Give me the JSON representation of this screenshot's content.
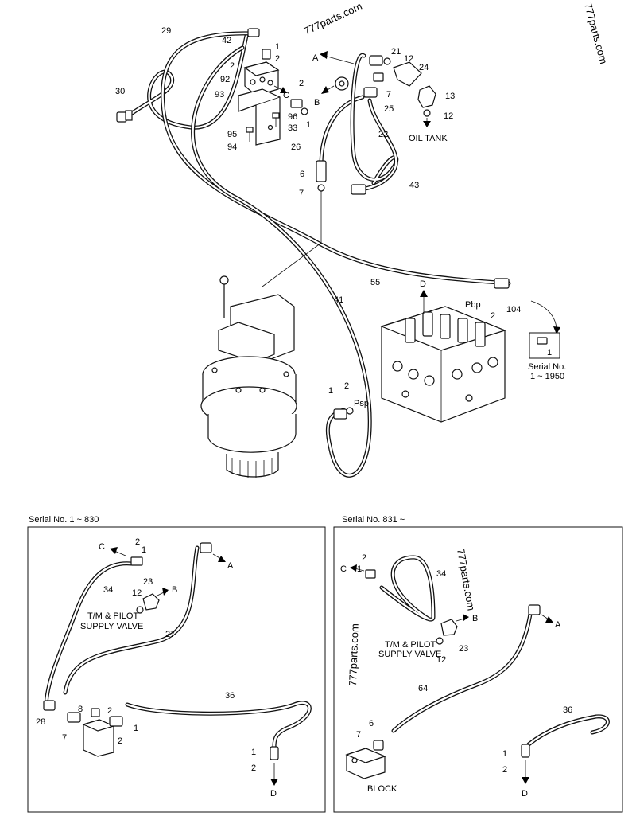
{
  "watermark": "777parts.com",
  "ports": {
    "a": "A",
    "b": "B",
    "c": "C",
    "d": "D",
    "pbp": "Pbp",
    "psp": "Psp"
  },
  "top": {
    "oil_tank": "OIL TANK",
    "serial_box_num": "1",
    "serial_line1": "Serial No.",
    "serial_line2": "1 ~ 1950"
  },
  "bottom_left": {
    "title": "Serial No. 1 ~ 830",
    "valve_line1": "T/M & PILOT",
    "valve_line2": "SUPPLY VALVE"
  },
  "bottom_right": {
    "title": "Serial No. 831 ~",
    "valve_line1": "T/M & PILOT",
    "valve_line2": "SUPPLY VALVE",
    "block": "BLOCK"
  },
  "callouts": {
    "top": [
      "29",
      "42",
      "1",
      "2",
      "2",
      "92",
      "93",
      "30",
      "95",
      "94",
      "2",
      "96",
      "33",
      "1",
      "21",
      "12",
      "24",
      "7",
      "25",
      "13",
      "12",
      "26",
      "22",
      "6",
      "7",
      "43",
      "55",
      "41",
      "2",
      "104",
      "1",
      "2"
    ],
    "bl": [
      "2",
      "1",
      "23",
      "12",
      "34",
      "27",
      "8",
      "2",
      "28",
      "7",
      "2",
      "1",
      "36",
      "1",
      "2"
    ],
    "br": [
      "2",
      "1",
      "34",
      "23",
      "12",
      "64",
      "6",
      "7",
      "36",
      "1",
      "2"
    ]
  }
}
